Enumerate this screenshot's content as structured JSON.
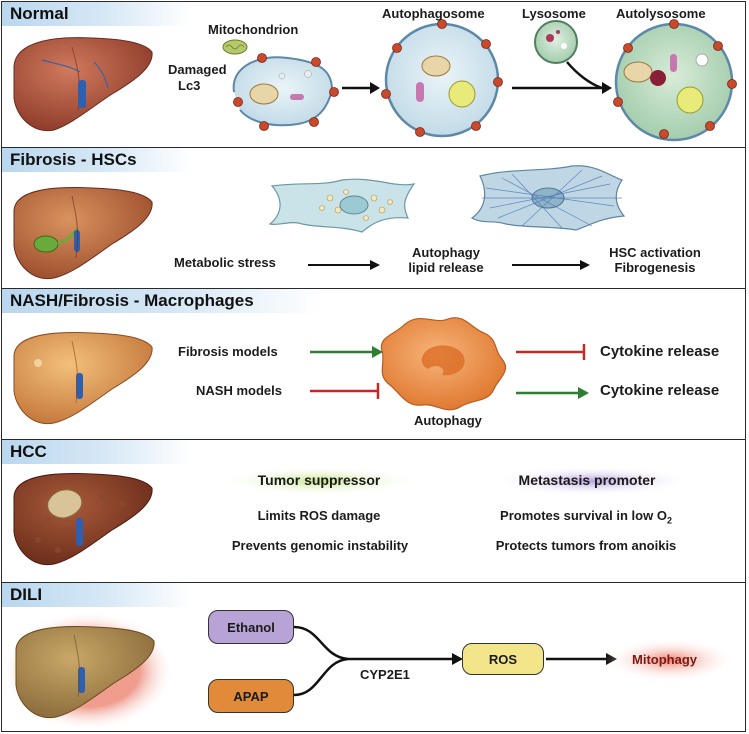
{
  "panels": {
    "normal": {
      "title": "Normal",
      "mitochondrion": "Mitochondrion",
      "damaged": "Damaged",
      "lc3": "Lc3",
      "autophagosome": "Autophagosome",
      "lysosome": "Lysosome",
      "autolysosome": "Autolysosome"
    },
    "fibrosis": {
      "title": "Fibrosis - HSCs",
      "step1": "Metabolic stress",
      "step2_line1": "Autophagy",
      "step2_line2": "lipid release",
      "step3_line1": "HSC activation",
      "step3_line2": "Fibrogenesis"
    },
    "nash": {
      "title": "NASH/Fibrosis - Macrophages",
      "fibrosis_models": "Fibrosis models",
      "nash_models": "NASH models",
      "autophagy": "Autophagy",
      "cytokine_top": "Cytokine release",
      "cytokine_bottom": "Cytokine release"
    },
    "hcc": {
      "title": "HCC",
      "suppressor_title": "Tumor suppressor",
      "suppressor_items": [
        "Limits ROS damage",
        "Prevents genomic instability"
      ],
      "promoter_title": "Metastasis promoter",
      "promoter_item1_main": "Promotes survival in low O",
      "promoter_item1_sub": "2",
      "promoter_item2": "Protects tumors from anoikis"
    },
    "dili": {
      "title": "DILI",
      "ethanol": "Ethanol",
      "apap": "APAP",
      "cyp": "CYP2E1",
      "ros": "ROS",
      "mitophagy": "Mitophagy"
    }
  },
  "colors": {
    "title_band": "#b9d7ee",
    "activate_arrow": "#2e7d32",
    "inhibit_arrow": "#c62828",
    "suppressor_glow": "#bfe08a",
    "promoter_glow": "#b9a6de",
    "ethanol_box": "#b7a3d6",
    "apap_box": "#e08a3a",
    "ros_box": "#f3e58a",
    "mitophagy_glow": "#ef7b6b"
  },
  "icons": [
    "liver-icon",
    "mitochondrion-icon",
    "autophagosome-icon",
    "lysosome-icon",
    "autolysosome-icon",
    "stellate-cell-icon",
    "macrophage-icon"
  ]
}
